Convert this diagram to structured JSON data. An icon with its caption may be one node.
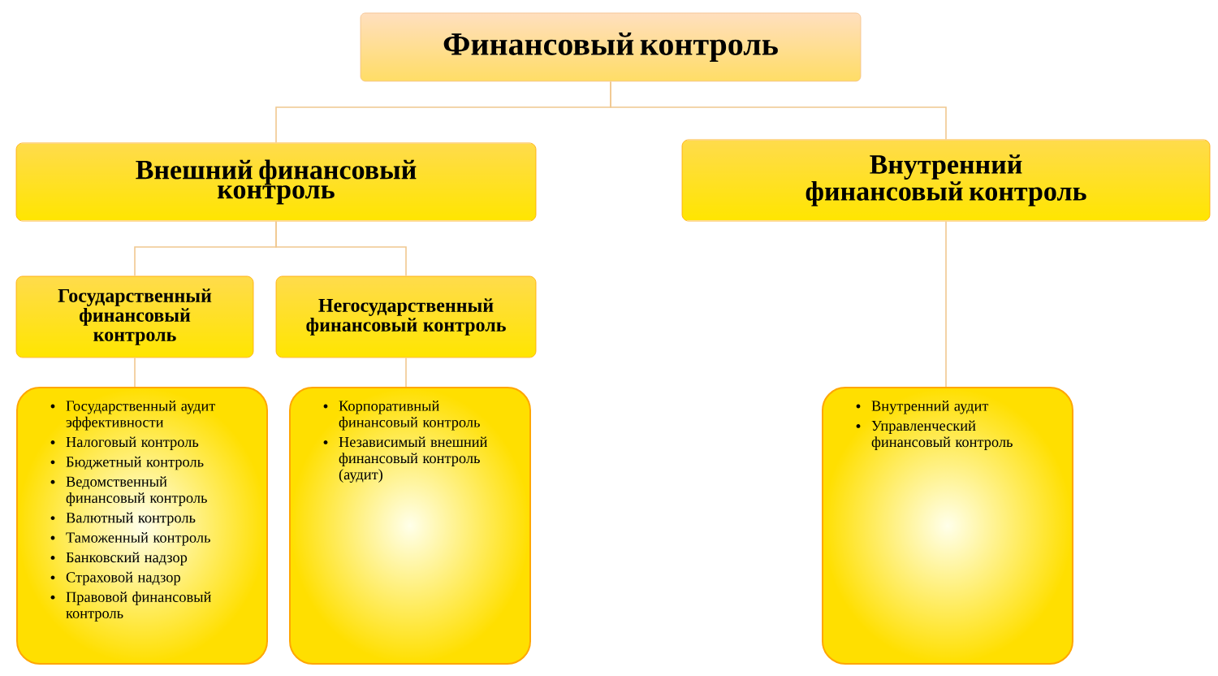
{
  "diagram": {
    "nodes": [
      {
        "text": [
          "Финансовый контроль"
        ]
      },
      {
        "text": [
          "Внешний финансовый контроль"
        ]
      },
      {
        "text": [
          "Внутренний финансовый контроль"
        ]
      },
      {
        "text": [
          "Государственный финансовый контроль"
        ]
      },
      {
        "text": [
          "Негосударственный финансовый контроль"
        ]
      },
      {
        "text": [
          "Государственный аудит эффективности",
          "Налоговый контроль",
          "Бюджетный контроль",
          "Ведомственный финансовый контроль",
          "Валютный контроль",
          "Таможенный контроль",
          "Банковский надзор",
          "Страховой надзор",
          "Правовой финансовый контроль"
        ]
      },
      {
        "text": [
          "Корпоративный финансовый контроль",
          "Независимый внешний финансовый контроль (аудит)"
        ]
      },
      {
        "text": [
          "Внутренний аудит",
          "Управленческий финансовый контроль"
        ]
      }
    ],
    "edges": [
      {
        "from": 0,
        "to": 1,
        "arrow": "none"
      },
      {
        "from": 0,
        "to": 2,
        "arrow": "none"
      },
      {
        "from": 1,
        "to": 3,
        "arrow": "none"
      },
      {
        "from": 1,
        "to": 4,
        "arrow": "none"
      },
      {
        "from": 3,
        "to": 5,
        "arrow": "none"
      },
      {
        "from": 4,
        "to": 6,
        "arrow": "none"
      },
      {
        "from": 2,
        "to": 7,
        "arrow": "none"
      }
    ]
  }
}
